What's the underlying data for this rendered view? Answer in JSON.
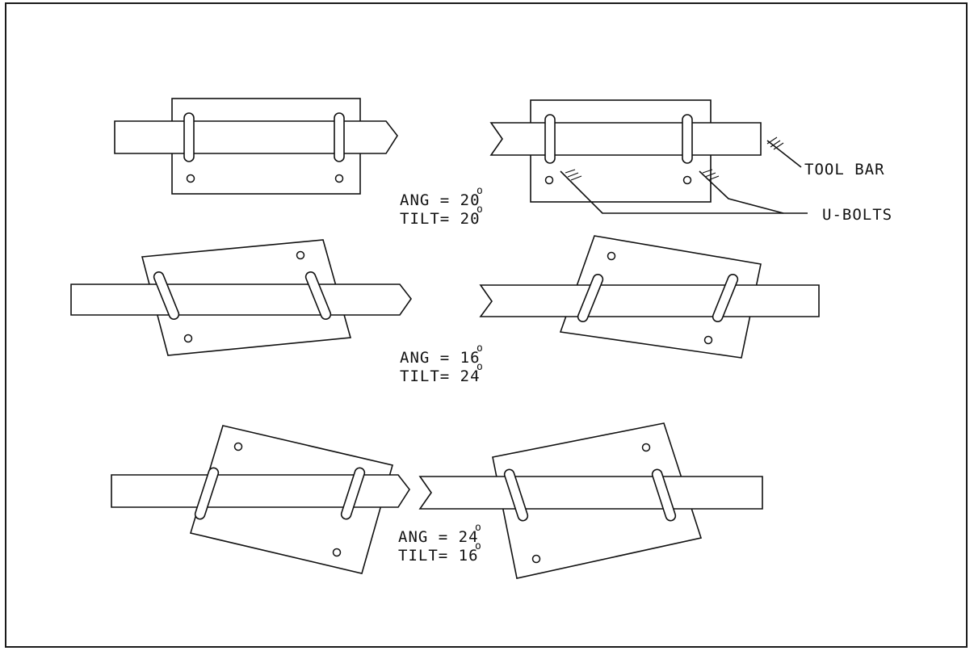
{
  "labels": {
    "tool_bar": "TOOL BAR",
    "u_bolts": "U-BOLTS"
  },
  "configs": [
    {
      "ang_label": "ANG = 20",
      "tilt_label": "TILT= 20",
      "degree_mark": "o"
    },
    {
      "ang_label": "ANG = 16",
      "tilt_label": "TILT= 24",
      "degree_mark": "o"
    },
    {
      "ang_label": "ANG = 24",
      "tilt_label": "TILT= 16",
      "degree_mark": "o"
    }
  ],
  "colors": {
    "line": "#111111",
    "background": "#ffffff"
  }
}
